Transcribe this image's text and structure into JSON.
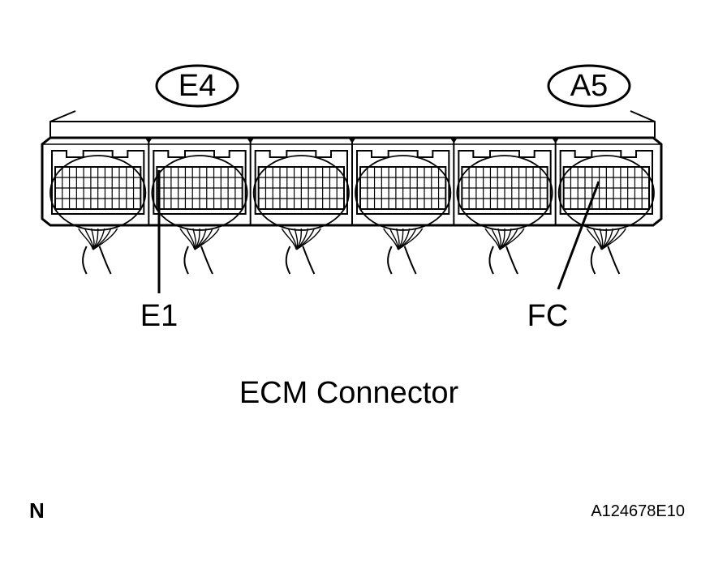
{
  "connector_labels": {
    "left": "E4",
    "right": "A5"
  },
  "pin_labels": {
    "left": "E1",
    "right": "FC"
  },
  "caption": "ECM Connector",
  "footer": {
    "corner_letter": "N",
    "figure_id": "A124678E10"
  },
  "connector_block": {
    "module_count": 6
  }
}
